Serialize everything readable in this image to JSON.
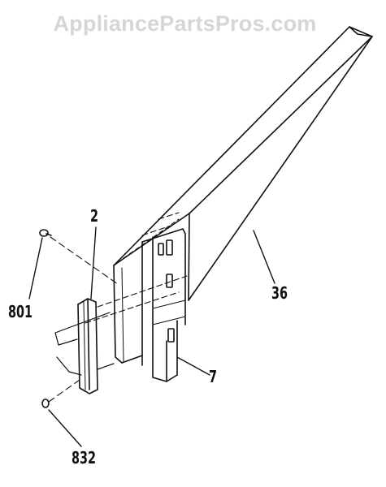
{
  "watermark": "AppliancePartsPros.com",
  "callouts": {
    "part_2": "2",
    "part_801": "801",
    "part_36": "36",
    "part_7": "7",
    "part_832": "832"
  },
  "colors": {
    "line": "#111111",
    "watermark": "#d6d6d6",
    "background": "#ffffff"
  }
}
